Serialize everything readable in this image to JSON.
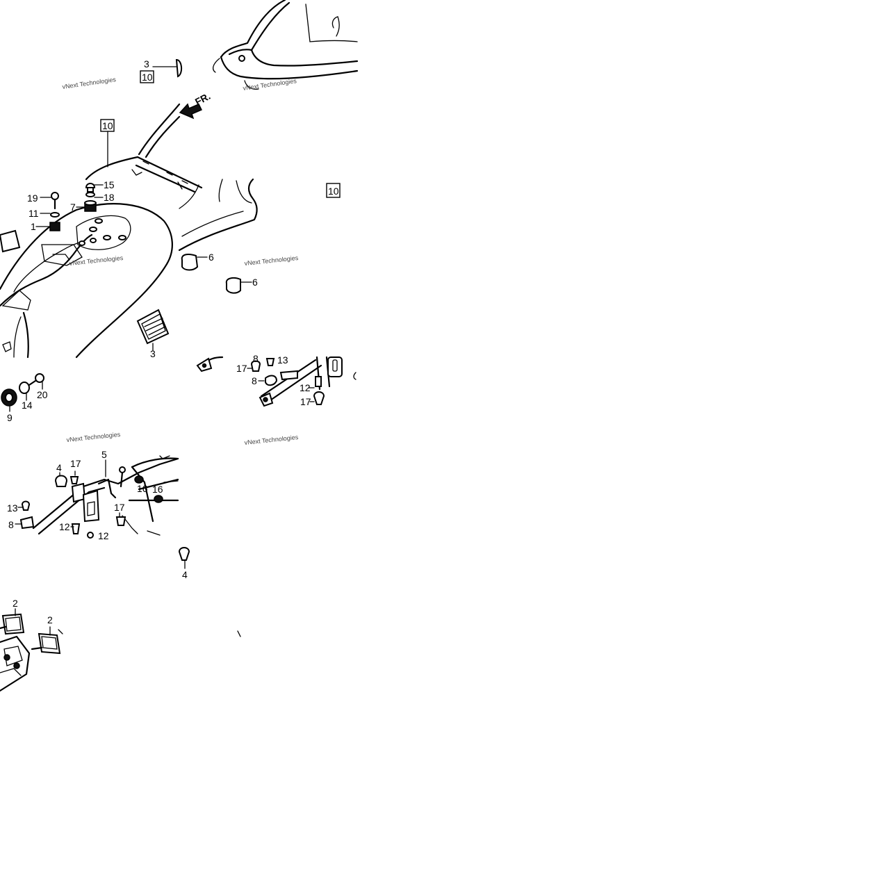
{
  "diagram": {
    "direction_label": "FR.",
    "watermark_text": "vNext Technologies",
    "callouts": [
      {
        "id": "c-3-top",
        "text": "3"
      },
      {
        "id": "c-10-a",
        "text": "10"
      },
      {
        "id": "c-10-b",
        "text": "10"
      },
      {
        "id": "c-10-c",
        "text": "10"
      },
      {
        "id": "c-15",
        "text": "15"
      },
      {
        "id": "c-18",
        "text": "18"
      },
      {
        "id": "c-19",
        "text": "19"
      },
      {
        "id": "c-7",
        "text": "7"
      },
      {
        "id": "c-11",
        "text": "11"
      },
      {
        "id": "c-1",
        "text": "1"
      },
      {
        "id": "c-6-a",
        "text": "6"
      },
      {
        "id": "c-6-b",
        "text": "6"
      },
      {
        "id": "c-3-bottom",
        "text": "3"
      },
      {
        "id": "c-20",
        "text": "20"
      },
      {
        "id": "c-14",
        "text": "14"
      },
      {
        "id": "c-9",
        "text": "9"
      },
      {
        "id": "c-8-top",
        "text": "8"
      },
      {
        "id": "c-13-a",
        "text": "13"
      },
      {
        "id": "c-17-a",
        "text": "17"
      },
      {
        "id": "c-8-b",
        "text": "8"
      },
      {
        "id": "c-12-a",
        "text": "12"
      },
      {
        "id": "c-17-b",
        "text": "17"
      },
      {
        "id": "c-4-a",
        "text": "4"
      },
      {
        "id": "c-17-c",
        "text": "17"
      },
      {
        "id": "c-5",
        "text": "5"
      },
      {
        "id": "c-16-a",
        "text": "16"
      },
      {
        "id": "c-16-b",
        "text": "16"
      },
      {
        "id": "c-13-b",
        "text": "13"
      },
      {
        "id": "c-17-d",
        "text": "17"
      },
      {
        "id": "c-8-c",
        "text": "8"
      },
      {
        "id": "c-12-b",
        "text": "12"
      },
      {
        "id": "c-12-c",
        "text": "12"
      },
      {
        "id": "c-4-b",
        "text": "4"
      },
      {
        "id": "c-2-a",
        "text": "2"
      },
      {
        "id": "c-2-b",
        "text": "2"
      }
    ]
  }
}
